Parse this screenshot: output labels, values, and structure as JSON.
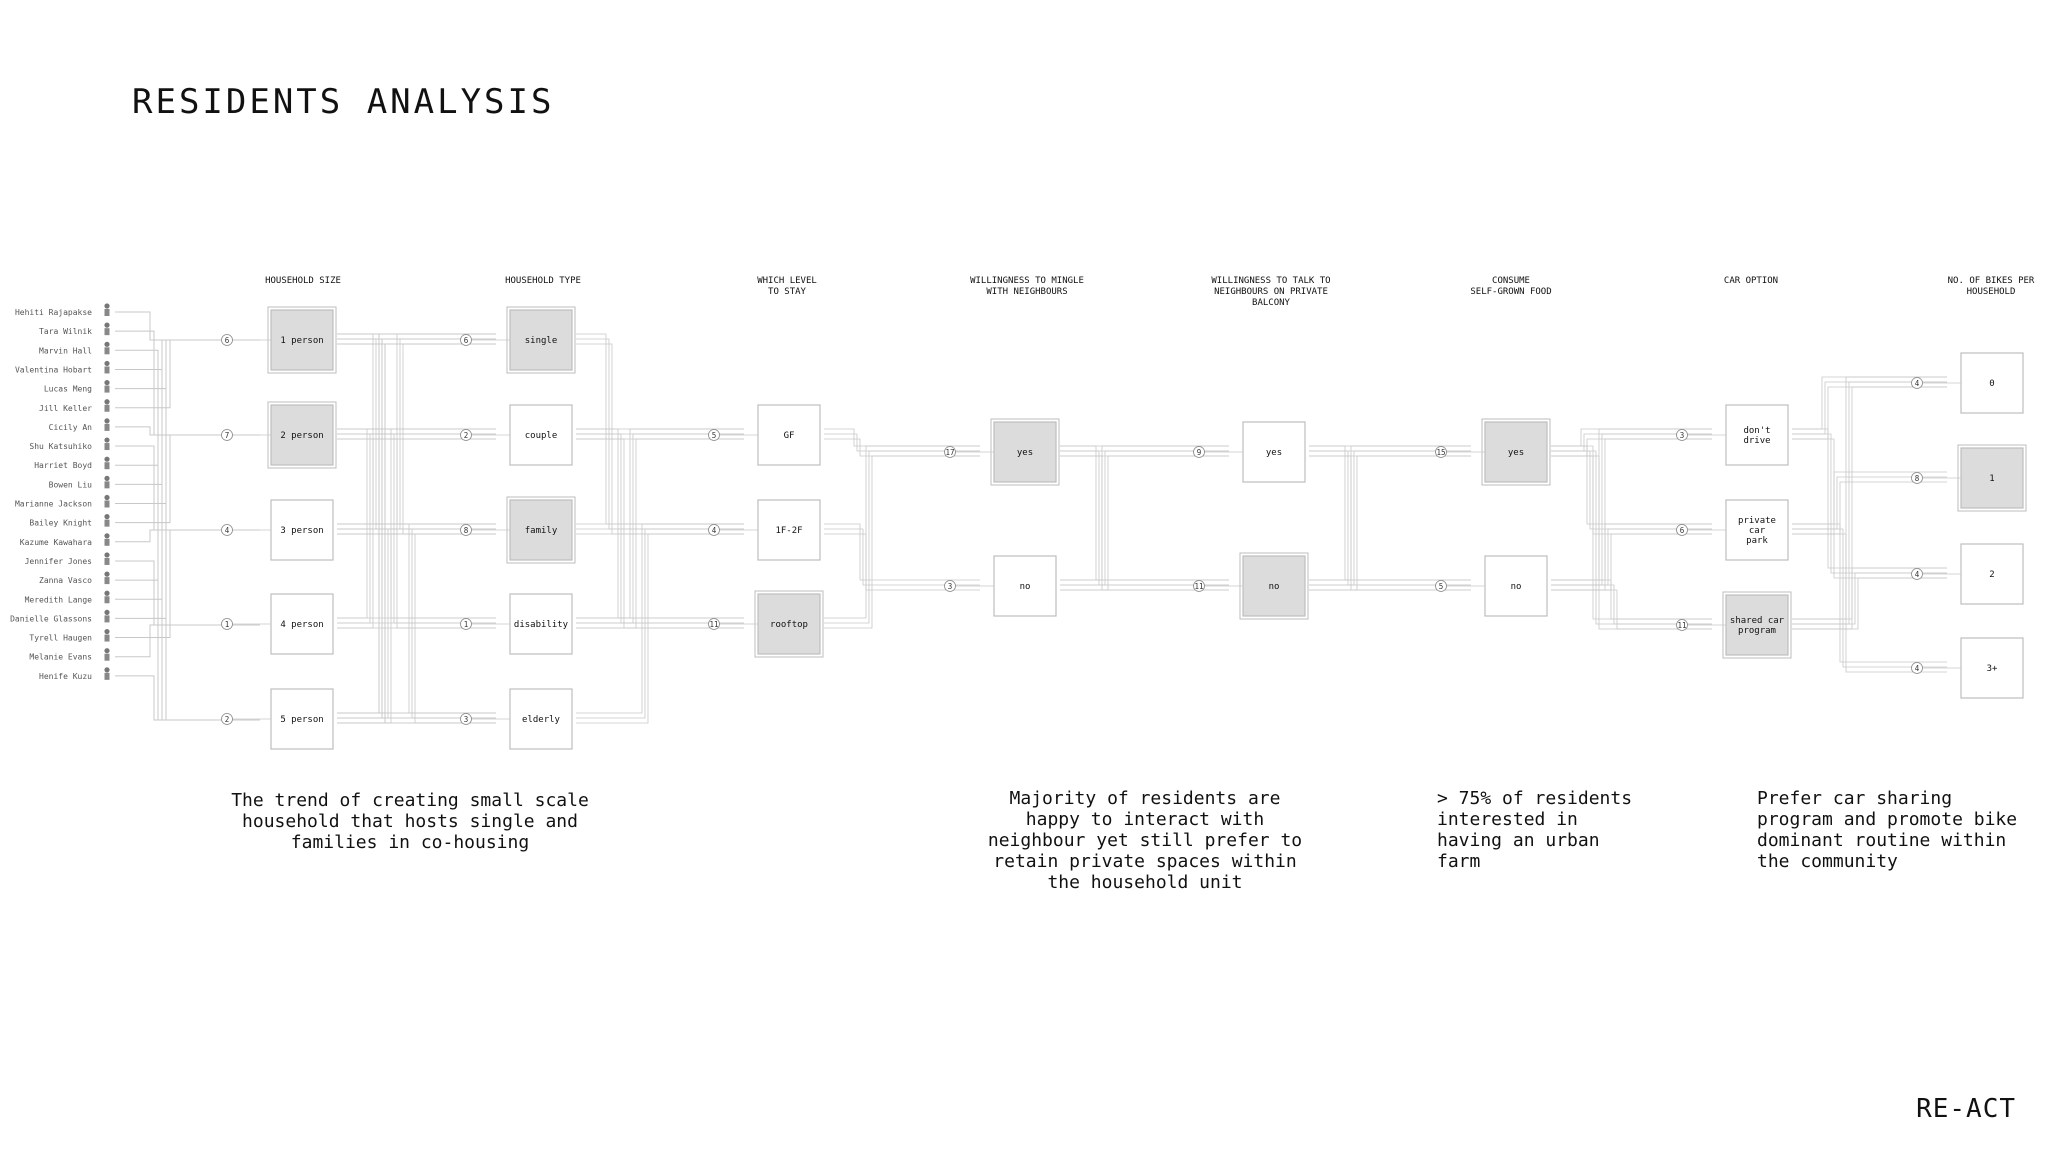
{
  "title": "RESIDENTS ANALYSIS",
  "brand": "RE-ACT",
  "residents": [
    "Hehiti Rajapakse",
    "Tara Wilnik",
    "Marvin Hall",
    "Valentina Hobart",
    "Lucas Meng",
    "Jill Keller",
    "Cicily An",
    "Shu Katsuhiko",
    "Harriet Boyd",
    "Bowen Liu",
    "Marianne Jackson",
    "Bailey Knight",
    "Kazume Kawahara",
    "Jennifer Jones",
    "Zanna Vasco",
    "Meredith Lange",
    "Danielle Glassons",
    "Tyrell Haugen",
    "Melanie Evans",
    "Henife Kuzu"
  ],
  "columns": [
    {
      "header": "HOUSEHOLD SIZE",
      "options": [
        {
          "label": "1 person",
          "count": "6",
          "highlight": true
        },
        {
          "label": "2 person",
          "count": "7",
          "highlight": true
        },
        {
          "label": "3 person",
          "count": "4",
          "highlight": false
        },
        {
          "label": "4 person",
          "count": "1",
          "highlight": false
        },
        {
          "label": "5 person",
          "count": "2",
          "highlight": false
        }
      ]
    },
    {
      "header": "HOUSEHOLD TYPE",
      "options": [
        {
          "label": "single",
          "count": "6",
          "highlight": true
        },
        {
          "label": "couple",
          "count": "2",
          "highlight": false
        },
        {
          "label": "family",
          "count": "8",
          "highlight": true
        },
        {
          "label": "disability",
          "count": "1",
          "highlight": false
        },
        {
          "label": "elderly",
          "count": "3",
          "highlight": false
        }
      ]
    },
    {
      "header": "WHICH LEVEL\nTO STAY",
      "options": [
        {
          "label": "GF",
          "count": "5",
          "highlight": false
        },
        {
          "label": "1F-2F",
          "count": "4",
          "highlight": false
        },
        {
          "label": "rooftop",
          "count": "11",
          "highlight": true
        }
      ]
    },
    {
      "header": "WILLINGNESS TO MINGLE\nWITH NEIGHBOURS",
      "options": [
        {
          "label": "yes",
          "count": "17",
          "highlight": true
        },
        {
          "label": "no",
          "count": "3",
          "highlight": false
        }
      ]
    },
    {
      "header": "WILLINGNESS TO TALK TO\nNEIGHBOURS ON PRIVATE\nBALCONY",
      "options": [
        {
          "label": "yes",
          "count": "9",
          "highlight": false
        },
        {
          "label": "no",
          "count": "11",
          "highlight": true
        }
      ]
    },
    {
      "header": "CONSUME\nSELF-GROWN FOOD",
      "options": [
        {
          "label": "yes",
          "count": "15",
          "highlight": true
        },
        {
          "label": "no",
          "count": "5",
          "highlight": false
        }
      ]
    },
    {
      "header": "CAR OPTION",
      "options": [
        {
          "label": "don't\ndrive",
          "count": "3",
          "highlight": false
        },
        {
          "label": "private\ncar\npark",
          "count": "6",
          "highlight": false
        },
        {
          "label": "shared car\nprogram",
          "count": "11",
          "highlight": true
        }
      ]
    },
    {
      "header": "NO. OF BIKES PER\nHOUSEHOLD",
      "options": [
        {
          "label": "0",
          "count": "4",
          "highlight": false
        },
        {
          "label": "1",
          "count": "8",
          "highlight": true
        },
        {
          "label": "2",
          "count": "4",
          "highlight": false
        },
        {
          "label": "3+",
          "count": "4",
          "highlight": false
        }
      ]
    }
  ],
  "captions": [
    "The trend of creating small scale\nhousehold that hosts single and\nfamilies in co-housing",
    "Majority of residents are\nhappy to interact with\nneighbour yet still prefer to\nretain private spaces within\nthe household unit",
    "> 75% of residents\ninterested in\nhaving an urban\nfarm",
    "Prefer car sharing\nprogram and promote bike\ndominant routine within\nthe community"
  ],
  "colors": {
    "highlight_fill": "#dcdcdc",
    "box_stroke": "#bdbdbd",
    "line": "#c8c8c8",
    "text": "#111111"
  }
}
